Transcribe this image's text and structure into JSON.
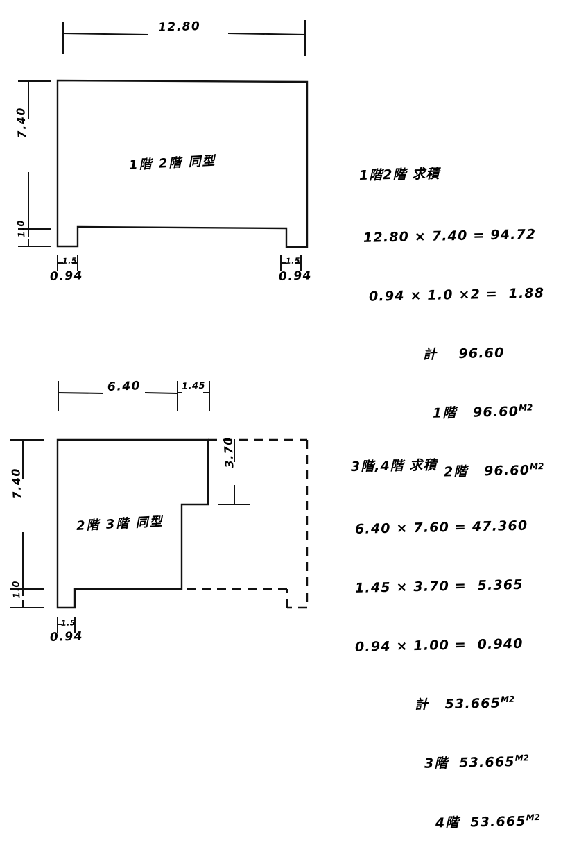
{
  "document": {
    "kind": "hand-drawn architectural area-calculation worksheet",
    "background_color": "#ffffff",
    "ink_color": "#000000"
  },
  "figures": [
    {
      "id": "figure-upper",
      "inner_label": "1階 2階 同型",
      "dimensions": {
        "top_width": "12.80",
        "left_height_main": "7.40",
        "left_height_notch": "1.0",
        "bottom_left_notch_width": "0.94",
        "bottom_right_notch_width": "0.94",
        "notch_tick_left": "1.5",
        "notch_tick_right": "1.5"
      }
    },
    {
      "id": "figure-lower",
      "inner_label": "2階 3階 同型",
      "dimensions": {
        "top_width_solid": "6.40",
        "top_width_extra": "1.45",
        "left_height_main": "7.40",
        "left_height_notch": "1.0",
        "right_inner_height": "3.70",
        "bottom_left_notch_width": "0.94",
        "notch_tick_left": "1.5"
      }
    }
  ],
  "calculations": [
    {
      "id": "calc-upper",
      "title": "1階2階 求積",
      "rows": [
        {
          "indent": "ind1",
          "text": "12.80 × 7.40 = 94.72",
          "unit": ""
        },
        {
          "indent": "ind2",
          "text": "0.94 × 1.0 ×2 =  1.88",
          "unit": ""
        },
        {
          "indent": "ind3",
          "text": "計    96.60",
          "unit": ""
        },
        {
          "indent": "ind4",
          "text": "1階   96.60",
          "unit": "M2"
        },
        {
          "indent": "ind5",
          "text": "2階   96.60",
          "unit": "M2"
        }
      ]
    },
    {
      "id": "calc-lower",
      "title": "3階,4階 求積",
      "rows": [
        {
          "indent": "ind1",
          "text": "6.40 × 7.60 = 47.360",
          "unit": ""
        },
        {
          "indent": "ind1",
          "text": "1.45 × 3.70 =  5.365",
          "unit": ""
        },
        {
          "indent": "ind1",
          "text": "0.94 × 1.00 =  0.940",
          "unit": ""
        },
        {
          "indent": "ind3",
          "text": "計   53.665",
          "unit": "M2"
        },
        {
          "indent": "ind4",
          "text": "3階  53.665",
          "unit": "M2"
        },
        {
          "indent": "ind5",
          "text": "4階  53.665",
          "unit": "M2"
        }
      ]
    }
  ]
}
